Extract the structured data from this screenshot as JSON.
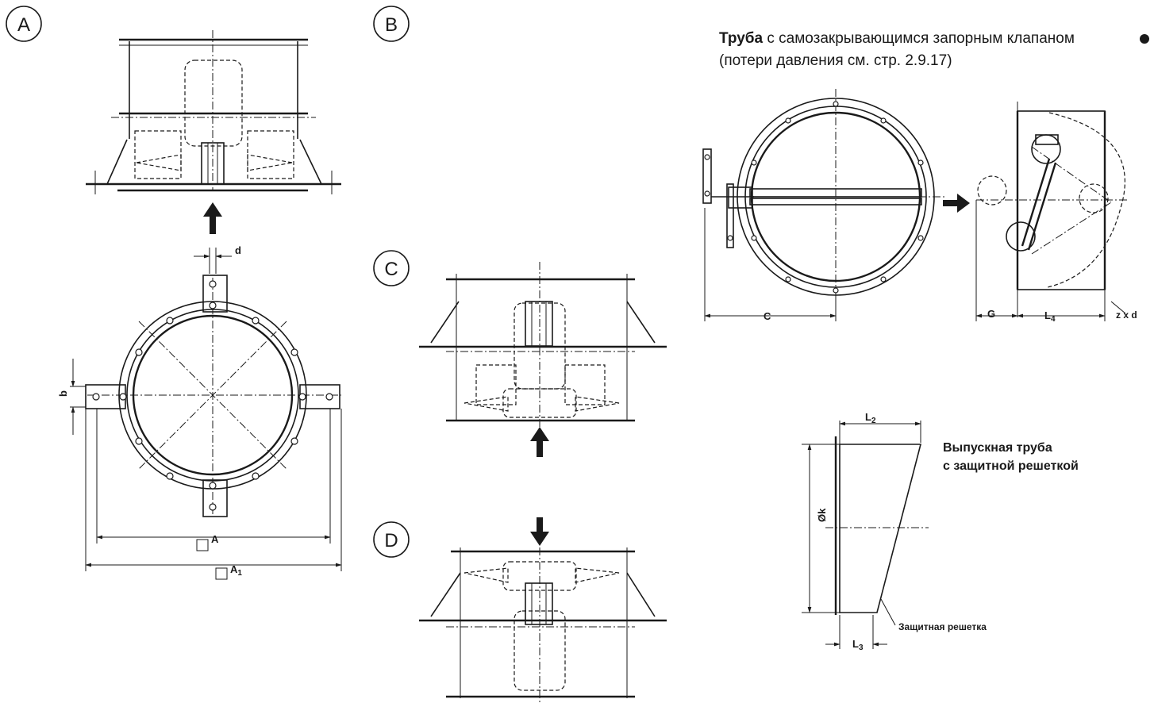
{
  "views": [
    {
      "letter": "A"
    },
    {
      "letter": "B"
    },
    {
      "letter": "C"
    },
    {
      "letter": "D"
    }
  ],
  "view_a": {
    "dim_d": "d",
    "dim_b": "b",
    "dim_a": "A",
    "dim_a1_main": "A",
    "dim_a1_sub": "1"
  },
  "caption": {
    "bold": "Труба",
    "rest": " с самозакрывающимся запорным клапаном",
    "line2": "(потери давления см. стр. 2.9.17)"
  },
  "pipe_damper": {
    "dim_c": "C",
    "dim_g": "G",
    "dim_l4_main": "L",
    "dim_l4_sub": "4",
    "dim_zxd": "z x d"
  },
  "outlet": {
    "title_line1": "Выпускная труба",
    "title_line2": "с защитной решеткой",
    "dim_l2_main": "L",
    "dim_l2_sub": "2",
    "dim_l3_main": "L",
    "dim_l3_sub": "3",
    "dim_ok": "Øk",
    "grille_label": "Защитная решетка"
  }
}
